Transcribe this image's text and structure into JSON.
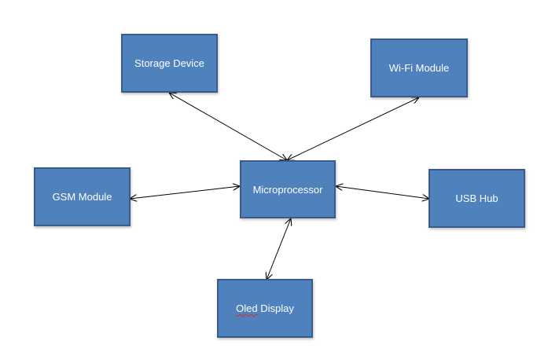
{
  "diagram": {
    "colors": {
      "box_fill": "#4f81bd",
      "box_border": "#385d8a",
      "box_text": "#ffffff",
      "connector": "#000000"
    },
    "nodes": {
      "storage": {
        "label": "Storage Device"
      },
      "wifi": {
        "label": "Wi-Fi Module"
      },
      "gsm": {
        "label": "GSM Module"
      },
      "micro": {
        "label": "Microprocessor"
      },
      "usb": {
        "label": "USB Hub"
      },
      "oled": {
        "first_word": "Oled",
        "rest": " Display"
      }
    },
    "edges": [
      {
        "from": "micro",
        "to": "storage",
        "type": "bidirectional"
      },
      {
        "from": "micro",
        "to": "wifi",
        "type": "bidirectional"
      },
      {
        "from": "micro",
        "to": "gsm",
        "type": "bidirectional"
      },
      {
        "from": "micro",
        "to": "usb",
        "type": "bidirectional"
      },
      {
        "from": "micro",
        "to": "oled",
        "type": "bidirectional"
      }
    ]
  }
}
